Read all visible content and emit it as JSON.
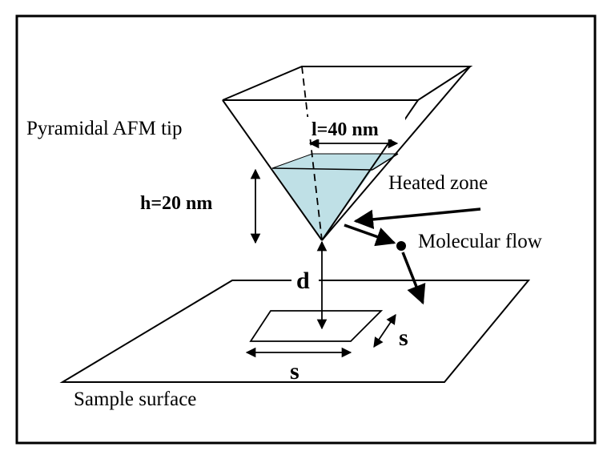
{
  "labels": {
    "tip": "Pyramidal AFM tip",
    "width": "l=40 nm",
    "height": "h=20 nm",
    "heated_zone": "Heated zone",
    "molecular_flow": "Molecular flow",
    "distance": "d",
    "side_bottom": "s",
    "side_right": "s",
    "sample": "Sample surface"
  },
  "colors": {
    "heated_zone_fill": "#bfe0e6",
    "stroke": "#000000"
  }
}
